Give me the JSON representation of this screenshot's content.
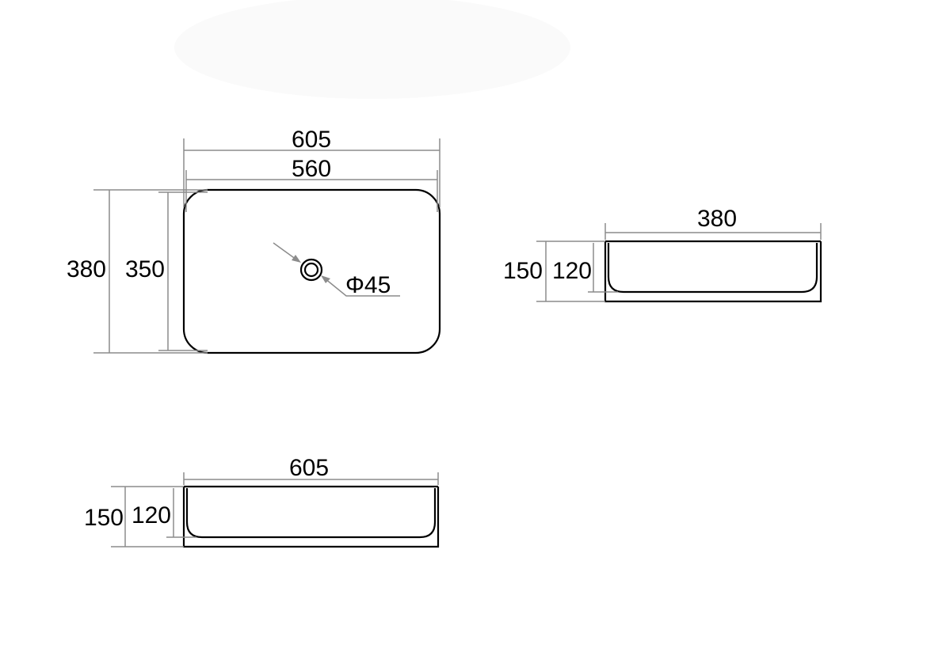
{
  "top_view": {
    "overall_length": "605",
    "inner_length": "560",
    "overall_width": "380",
    "inner_width": "350",
    "drain_diameter": "Φ45"
  },
  "side_view": {
    "width": "380",
    "overall_height": "150",
    "inner_depth": "120"
  },
  "front_view": {
    "length": "605",
    "overall_height": "150",
    "inner_depth": "120"
  },
  "colors": {
    "outline": "#000000",
    "dimension_lines": "#8c8c8c",
    "background": "#ffffff"
  }
}
